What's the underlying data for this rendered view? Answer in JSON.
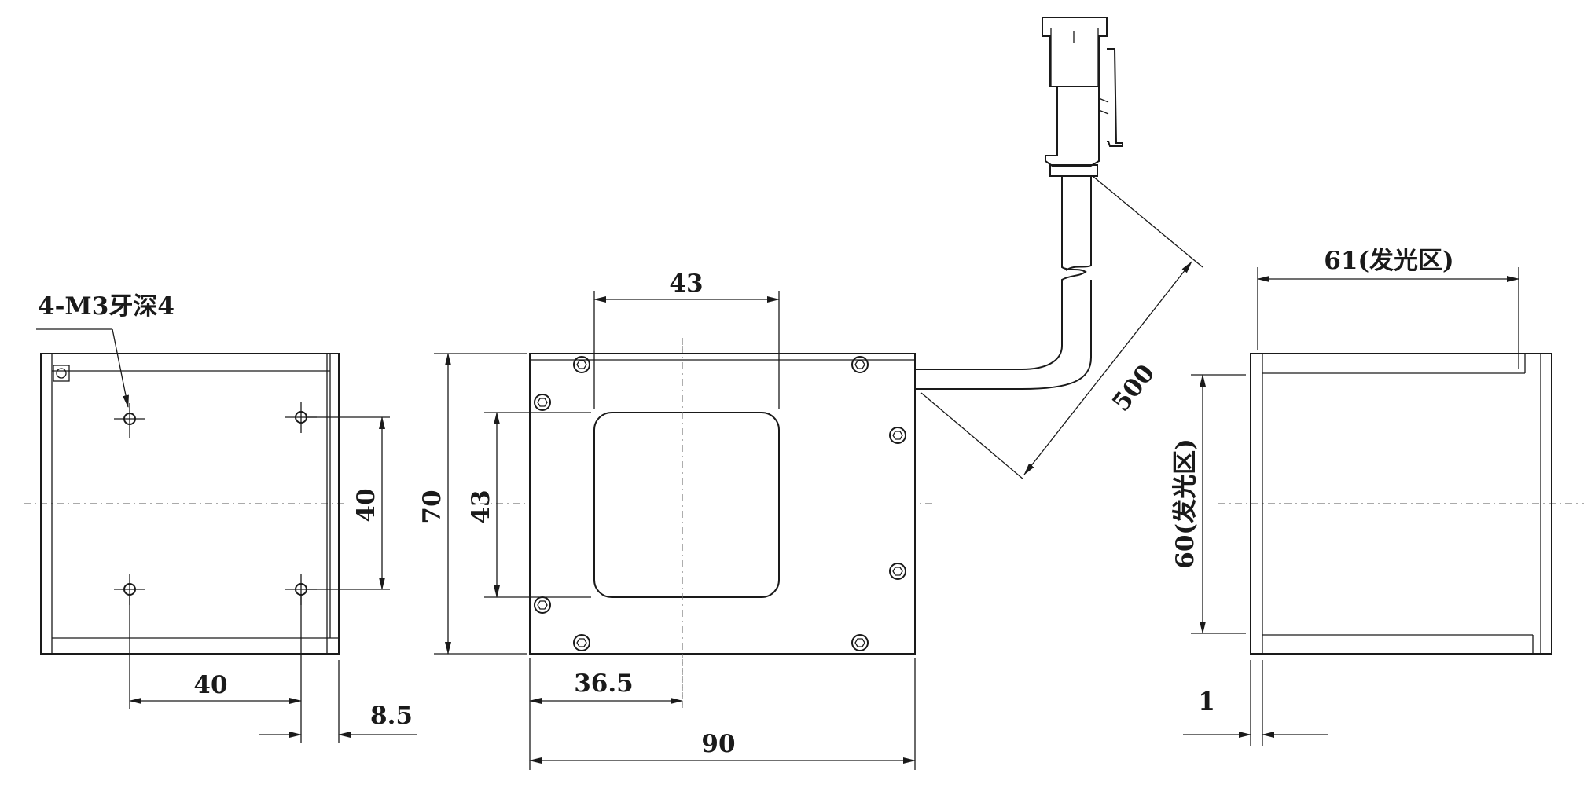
{
  "left_view": {
    "thread_note": "4-M3牙深4",
    "hole_spacing_vertical": "40",
    "hole_spacing_horizontal": "40",
    "edge_offset": "8.5"
  },
  "front_view": {
    "window_width": "43",
    "window_height": "43",
    "body_height": "70",
    "center_offset": "36.5",
    "body_width": "90",
    "cable_length": "500"
  },
  "right_view": {
    "emitting_width": "61(发光区)",
    "emitting_height": "60(发光区)",
    "lip_thickness": "1"
  }
}
